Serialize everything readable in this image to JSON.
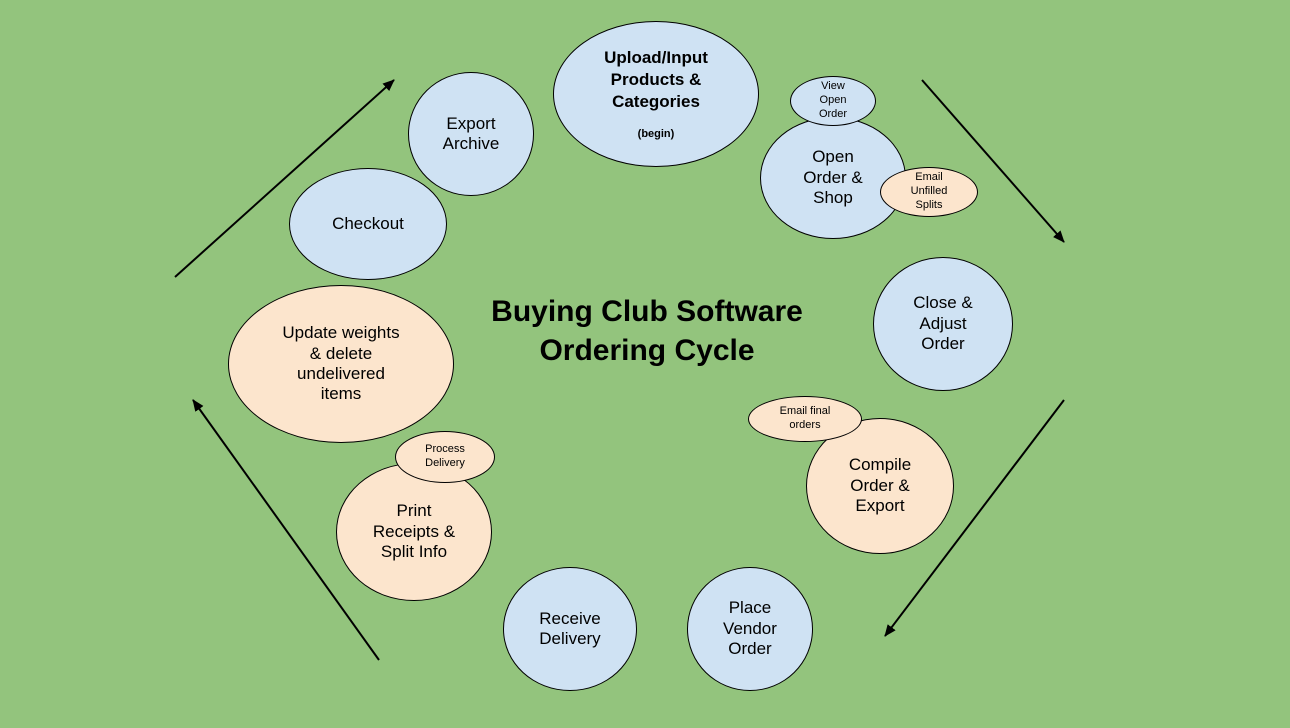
{
  "title": "Buying Club Software\nOrdering Cycle",
  "colors": {
    "background": "#93c47d",
    "blue_step": "#cfe2f3",
    "peach_step": "#fce5cd",
    "arrow": "#000000"
  },
  "steps": {
    "upload": "Upload/Input\nProducts &\nCategories",
    "upload_sub": "(begin)",
    "view_open_order": "View\nOpen\nOrder",
    "open_order_shop": "Open\nOrder &\nShop",
    "email_unfilled_splits": "Email\nUnfilled\nSplits",
    "close_adjust": "Close &\nAdjust\nOrder",
    "email_final_orders": "Email final\norders",
    "compile_export": "Compile\nOrder &\nExport",
    "place_vendor_order": "Place\nVendor\nOrder",
    "receive_delivery": "Receive\nDelivery",
    "process_delivery": "Process\nDelivery",
    "print_receipts": "Print\nReceipts &\nSplit Info",
    "update_weights": "Update weights\n& delete\nundelivered\nitems",
    "checkout": "Checkout",
    "export_archive": "Export\nArchive"
  }
}
